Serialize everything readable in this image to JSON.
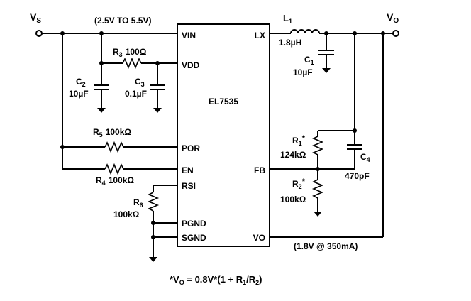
{
  "nets": {
    "vs": "V",
    "vs_sub": "S",
    "vo": "V",
    "vo_sub": "O",
    "input_range": "(2.5V TO 5.5V)",
    "output_spec": "(1.8V @ 350mA)"
  },
  "ic": {
    "name": "EL7535",
    "pins": {
      "vin": "VIN",
      "vdd": "VDD",
      "por": "POR",
      "en": "EN",
      "rsi": "RSI",
      "pgnd": "PGND",
      "sgnd": "SGND",
      "lx": "LX",
      "fb": "FB",
      "vo": "VO"
    }
  },
  "components": {
    "l1": {
      "ref": "L",
      "sub": "1",
      "value": "1.8µH"
    },
    "c1": {
      "ref": "C",
      "sub": "1",
      "value": "10µF"
    },
    "c2": {
      "ref": "C",
      "sub": "2",
      "value": "10µF"
    },
    "c3": {
      "ref": "C",
      "sub": "3",
      "value": "0.1µF"
    },
    "c4": {
      "ref": "C",
      "sub": "4",
      "value": "470pF"
    },
    "r1": {
      "ref": "R",
      "sub": "1",
      "mark": "*",
      "value": "124kΩ"
    },
    "r2": {
      "ref": "R",
      "sub": "2",
      "mark": "*",
      "value": "100kΩ"
    },
    "r3": {
      "ref": "R",
      "sub": "3",
      "value": "100Ω"
    },
    "r4": {
      "ref": "R",
      "sub": "4",
      "value": "100kΩ"
    },
    "r5": {
      "ref": "R",
      "sub": "5",
      "value": "100kΩ"
    },
    "r6": {
      "ref": "R",
      "sub": "6",
      "value": "100kΩ"
    }
  },
  "formula": {
    "prefix": "*V",
    "vo_sub": "O",
    "mid": " = 0.8V*(1 + R",
    "r1_sub": "1",
    "slash": "/R",
    "r2_sub": "2",
    "end": ")"
  }
}
